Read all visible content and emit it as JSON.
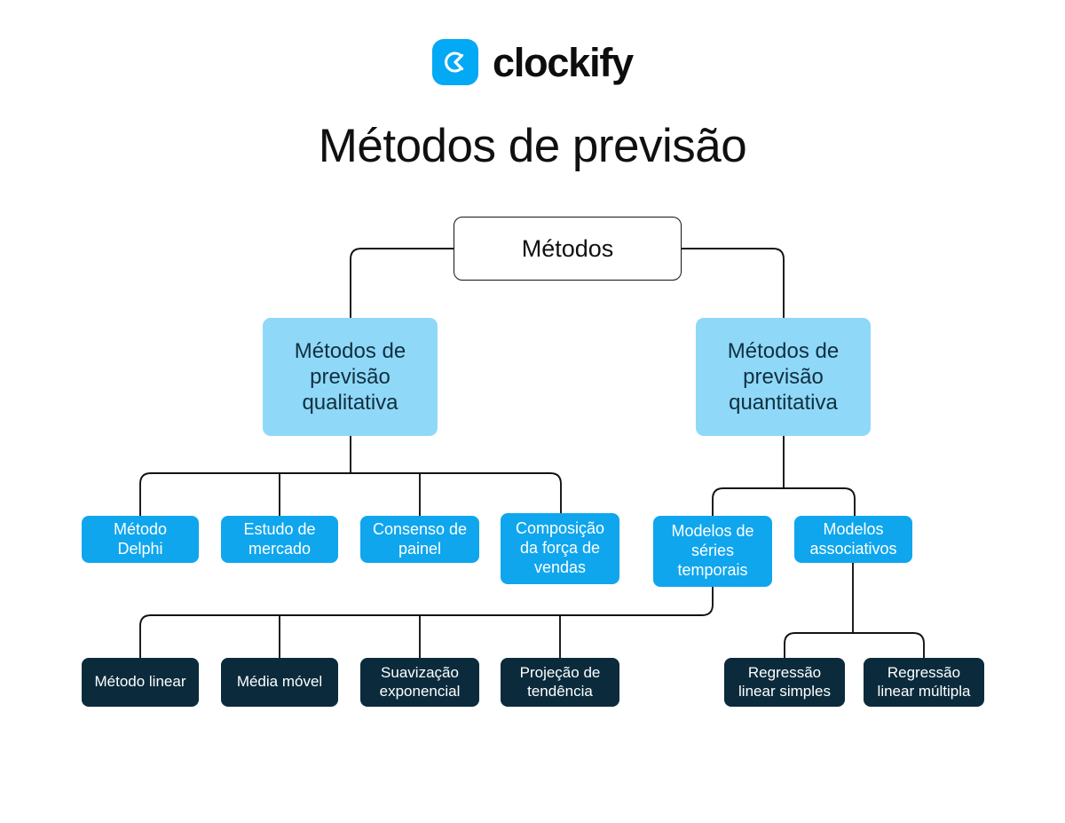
{
  "brand": {
    "logo_icon": "clockify-clock-icon",
    "name": "clockify",
    "accent_color": "#03A9F4"
  },
  "page_title": "Métodos de previsão",
  "palette": {
    "root_fill": "#FFFFFF",
    "root_border": "#131313",
    "level2_fill": "#8FD8F8",
    "level2_text": "#10303F",
    "level3_fill": "#0FA6EE",
    "level3_text": "#FFFFFF",
    "level4_fill": "#0B2B3C",
    "level4_text": "#FFFFFF",
    "connector": "#131313"
  },
  "diagram": {
    "type": "tree",
    "root": {
      "label": "Métodos"
    },
    "level2": [
      {
        "label": "Métodos de\nprevisão\nqualitativa"
      },
      {
        "label": "Métodos de\nprevisão\nquantitativa"
      }
    ],
    "level3": [
      {
        "label": "Método\nDelphi"
      },
      {
        "label": "Estudo de\nmercado"
      },
      {
        "label": "Consenso de\npainel"
      },
      {
        "label": "Composição\nda força de\nvendas"
      },
      {
        "label": "Modelos de\nséries\ntemporais"
      },
      {
        "label": "Modelos\nassociativos"
      }
    ],
    "level4": [
      {
        "label": "Método linear"
      },
      {
        "label": "Média móvel"
      },
      {
        "label": "Suavização\nexponencial"
      },
      {
        "label": "Projeção de\ntendência"
      },
      {
        "label": "Regressão\nlinear simples"
      },
      {
        "label": "Regressão\nlinear múltipla"
      }
    ]
  }
}
